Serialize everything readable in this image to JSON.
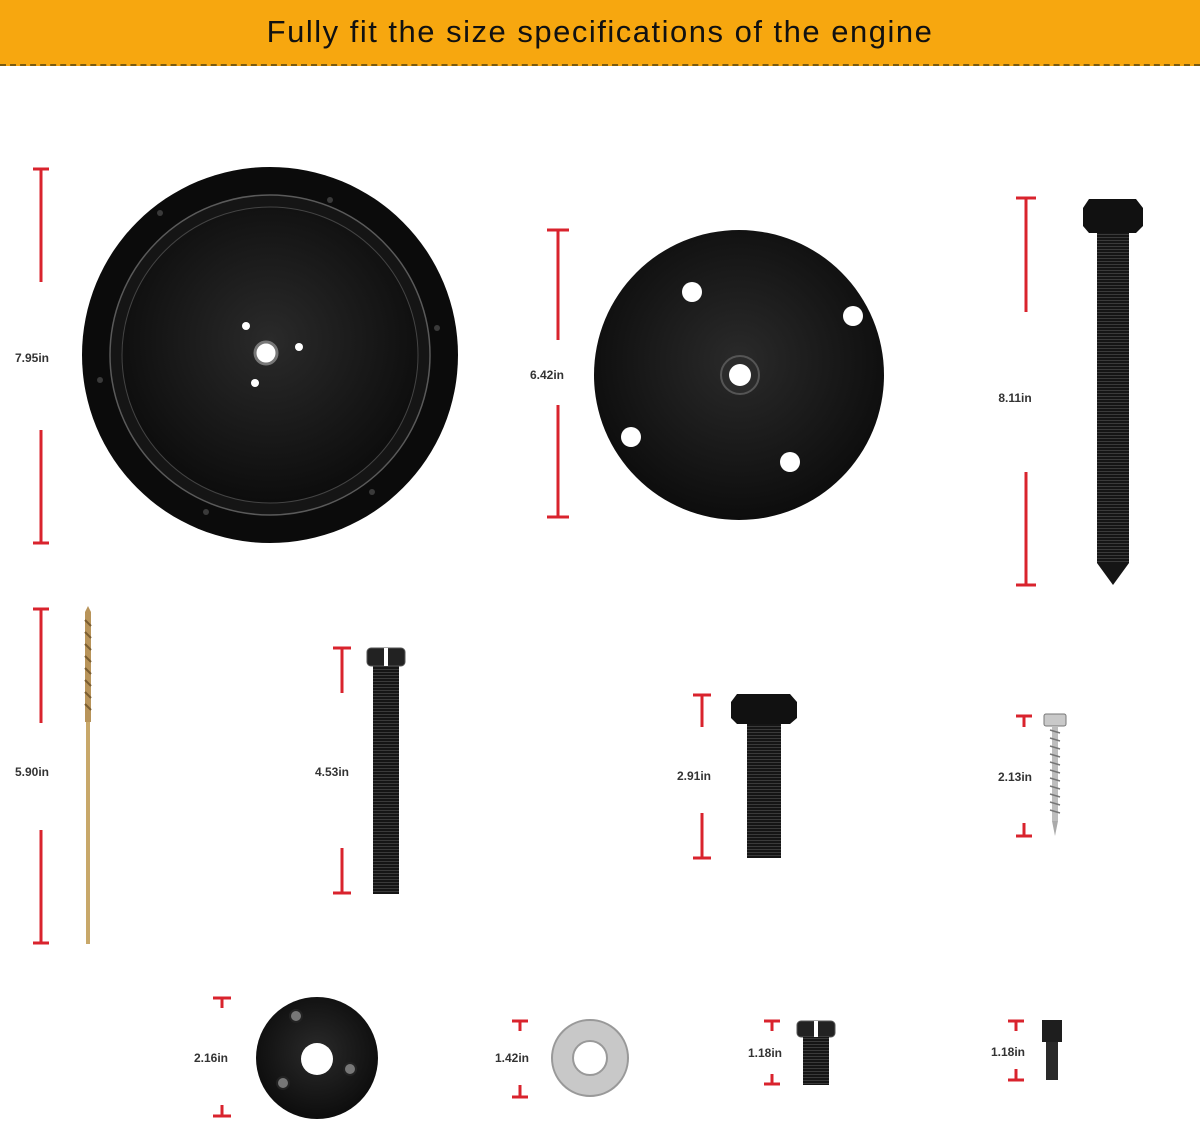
{
  "banner": {
    "title": "Fully fit the size specifications of the engine"
  },
  "colors": {
    "banner": "#f7a70f",
    "dimension_marker": "#d9232d",
    "part_body": "#111111",
    "washer": "#c8c8c8",
    "drill_bit": "#c8a86a"
  },
  "dimensions": {
    "large_cover_plate": "7.95in",
    "round_plate": "6.42in",
    "long_forcing_screw": "8.11in",
    "drill_bit": "5.90in",
    "threaded_stud": "4.53in",
    "hex_bolt": "2.91in",
    "self_tapping_screw": "2.13in",
    "small_disc": "2.16in",
    "washer": "1.42in",
    "short_stud": "1.18in",
    "pin": "1.18in"
  }
}
